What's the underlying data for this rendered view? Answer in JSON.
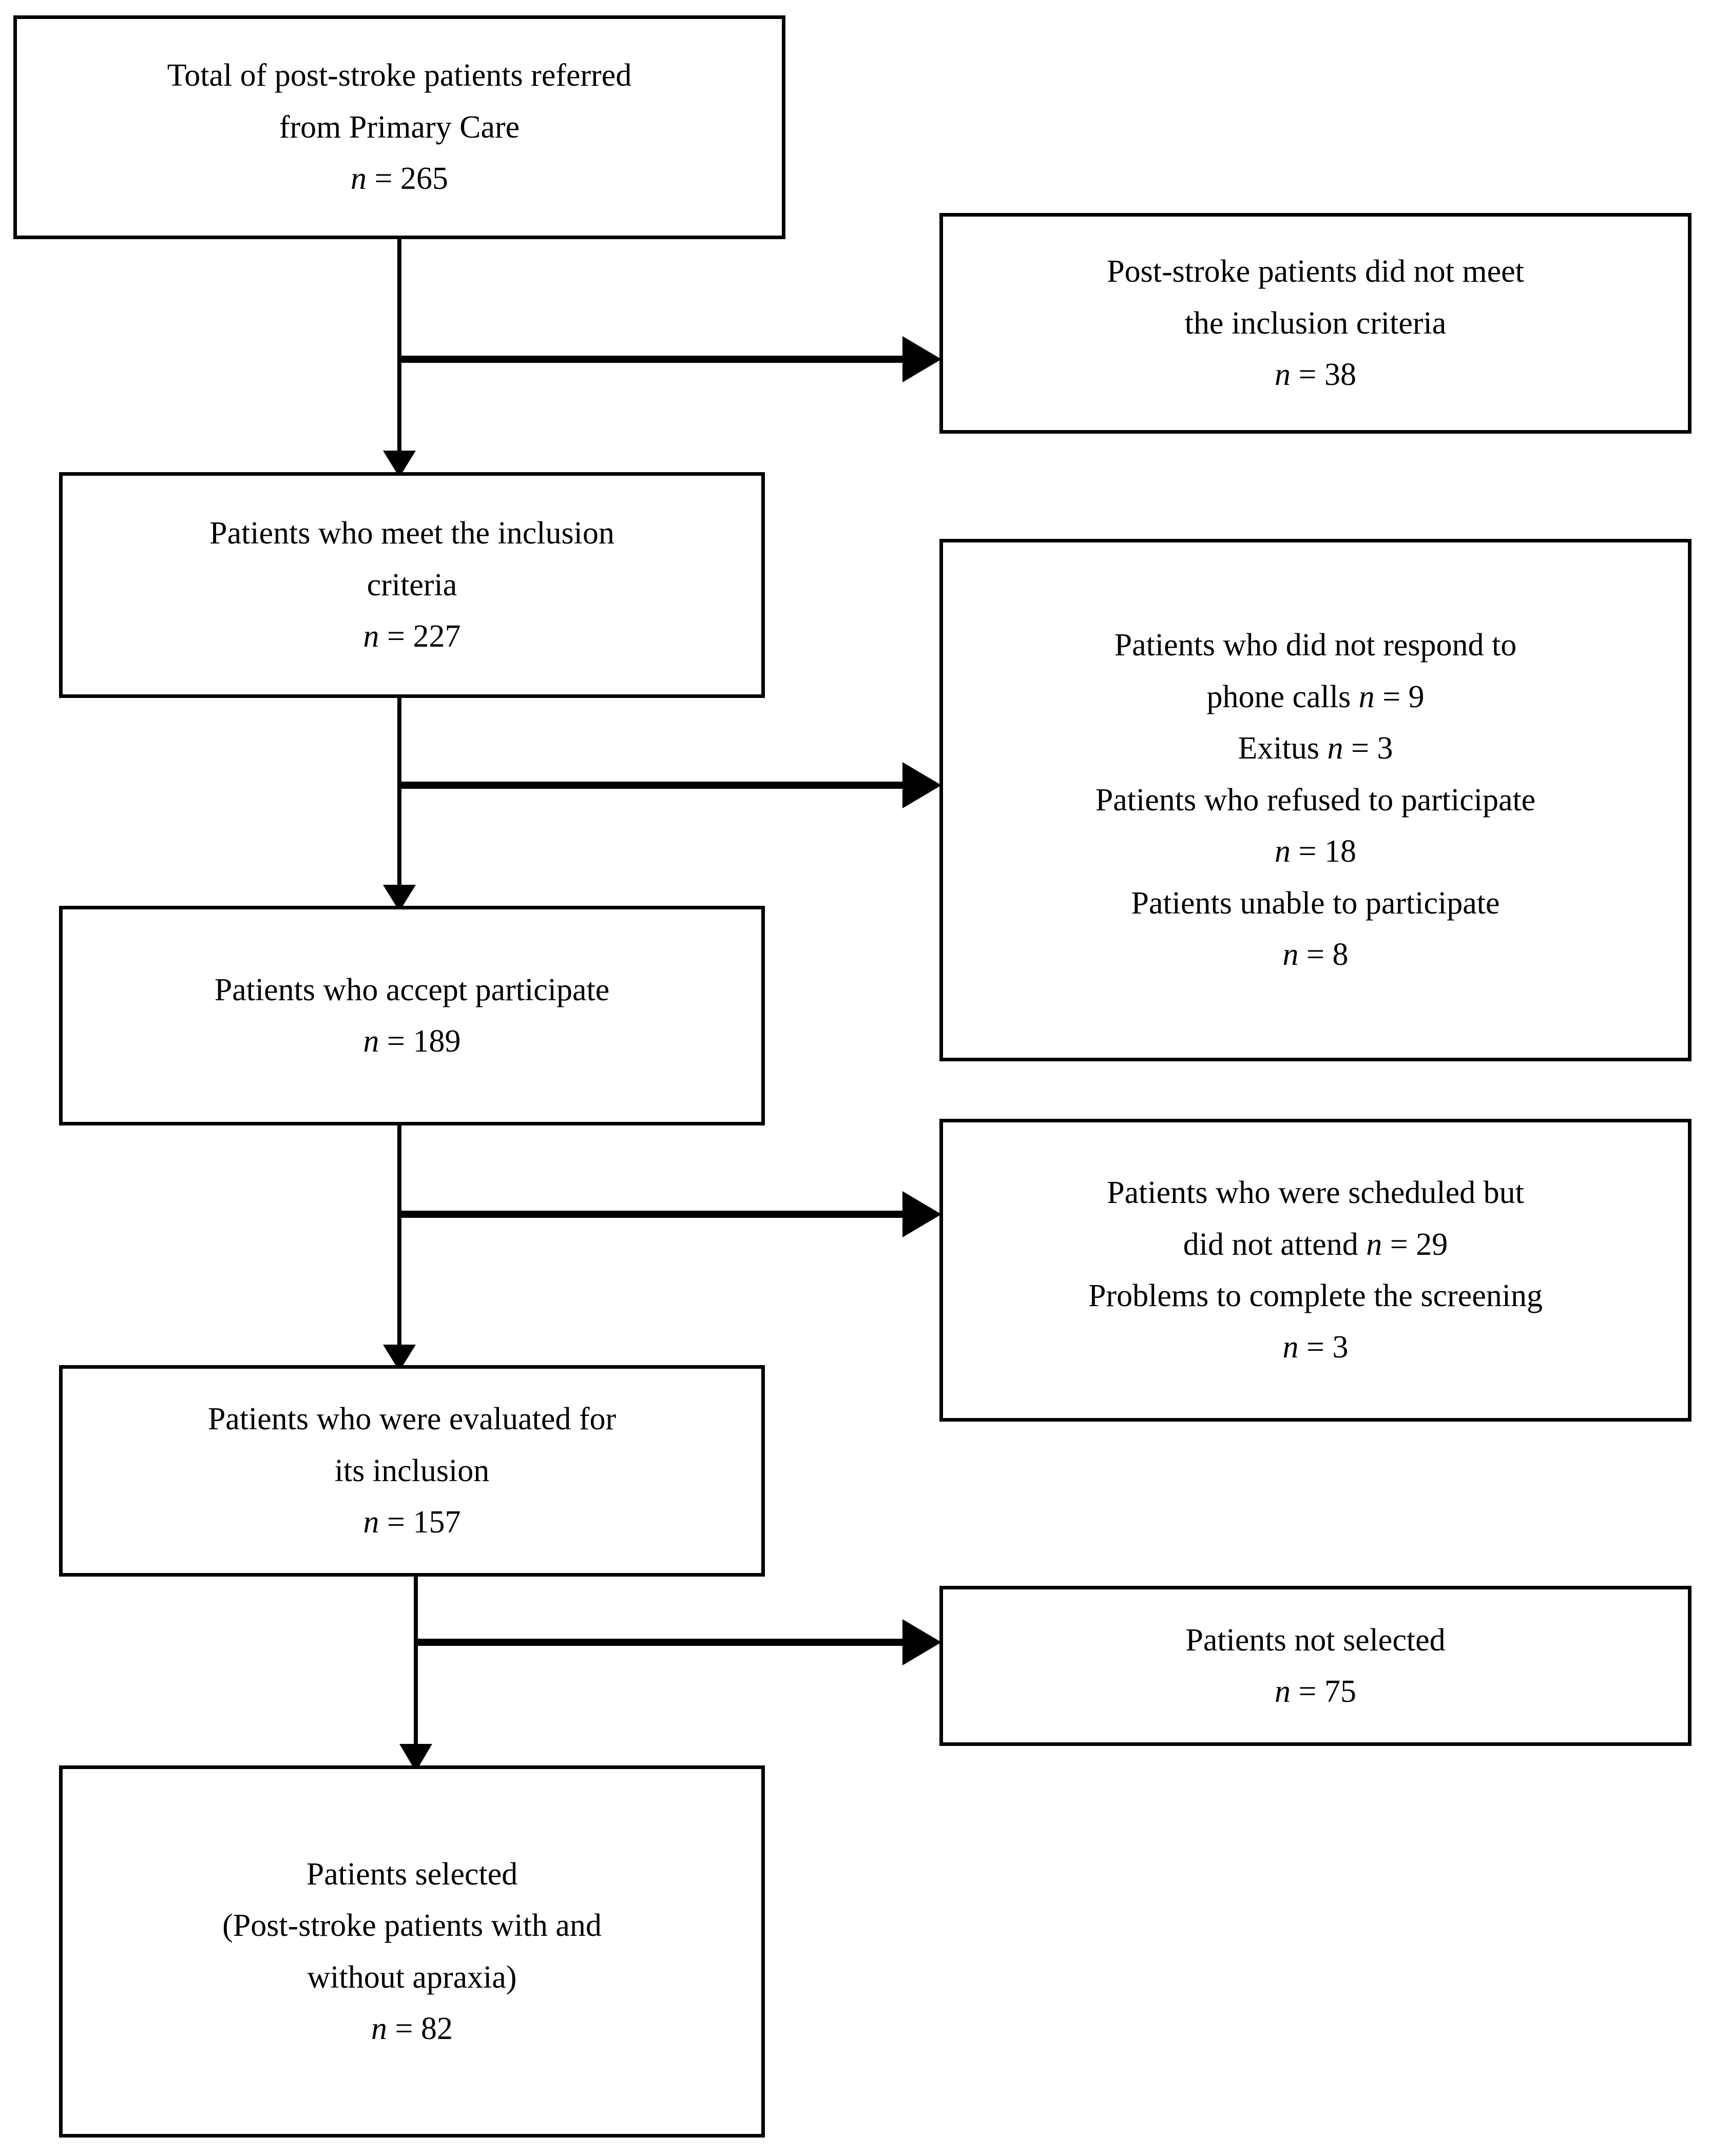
{
  "diagram": {
    "type": "flowchart",
    "title": "Participant selection flow (CONSORT-style)",
    "orientation": "top-to-bottom with right-side exclusion branches",
    "line_color": "#000000",
    "box_border_color": "#000000",
    "background_color": "#ffffff"
  },
  "nodes": {
    "total": {
      "id": "total-referred",
      "lines": [
        "Total of post-stroke patients referred",
        "from Primary Care"
      ],
      "n_symbol": "n",
      "n_equals": " = ",
      "n_value": "265",
      "n_line": "n = 265"
    },
    "meet_criteria": {
      "id": "meet-inclusion-criteria",
      "lines": [
        "Patients who meet the inclusion",
        "criteria"
      ],
      "n_symbol": "n",
      "n_equals": " = ",
      "n_value": "227",
      "n_line": "n = 227"
    },
    "accept": {
      "id": "accept-participate",
      "lines": [
        "Patients who accept participate"
      ],
      "n_symbol": "n",
      "n_equals": " = ",
      "n_value": "189",
      "n_line": "n = 189"
    },
    "evaluated": {
      "id": "evaluated-for-inclusion",
      "lines": [
        "Patients who were evaluated for",
        "its inclusion"
      ],
      "n_symbol": "n",
      "n_equals": " = ",
      "n_value": "157",
      "n_line": "n = 157"
    },
    "selected": {
      "id": "patients-selected",
      "lines": [
        "Patients selected",
        "(Post-stroke patients with and",
        "without apraxia)"
      ],
      "n_symbol": "n",
      "n_equals": " = ",
      "n_value": "82",
      "n_line": "n = 82"
    },
    "no_criteria": {
      "id": "did-not-meet-criteria",
      "lines": [
        "Post-stroke patients did not meet",
        "the inclusion criteria"
      ],
      "n_symbol": "n",
      "n_equals": " = ",
      "n_value": "38",
      "n_line": "n = 38"
    },
    "no_response": {
      "id": "excluded-before-scheduling",
      "entries": [
        {
          "text_a": "Patients who did not respond to",
          "text_b": "phone calls",
          "n_symbol": "n",
          "n_value": "9",
          "inline_n": "phone calls n = 9"
        },
        {
          "text_a": "Exitus",
          "text_b": "",
          "n_symbol": "n",
          "n_value": "3",
          "inline_n": "Exitus n = 3"
        },
        {
          "text_a": "Patients who refused to participate",
          "text_b": "",
          "n_symbol": "n",
          "n_value": "18",
          "inline_n": "n = 18"
        },
        {
          "text_a": "Patients unable to participate",
          "text_b": "",
          "n_symbol": "n",
          "n_value": "8",
          "inline_n": "n = 8"
        }
      ],
      "lines": [
        "Patients who did not respond to",
        "phone calls n = 9",
        "Exitus n = 3",
        "Patients who refused to participate",
        "n = 18",
        "Patients unable to participate",
        "n = 8"
      ]
    },
    "no_attend": {
      "id": "scheduled-but-not-attended",
      "lines": [
        "Patients who were scheduled but",
        "did not attend n = 29",
        "Problems to complete the screening",
        "n = 3"
      ],
      "entries": [
        {
          "label": "Patients who were scheduled but did not attend",
          "n_symbol": "n",
          "n_value": "29"
        },
        {
          "label": "Problems to complete the screening",
          "n_symbol": "n",
          "n_value": "3"
        }
      ]
    },
    "not_selected": {
      "id": "patients-not-selected",
      "lines": [
        "Patients not selected"
      ],
      "n_symbol": "n",
      "n_equals": " = ",
      "n_value": "75",
      "n_line": "n = 75"
    }
  },
  "edges": [
    {
      "from": "total",
      "to": "meet_criteria",
      "kind": "vertical-arrow"
    },
    {
      "from": "total",
      "to": "no_criteria",
      "kind": "branch-right-arrow"
    },
    {
      "from": "meet_criteria",
      "to": "accept",
      "kind": "vertical-arrow"
    },
    {
      "from": "meet_criteria",
      "to": "no_response",
      "kind": "branch-right-arrow"
    },
    {
      "from": "accept",
      "to": "evaluated",
      "kind": "vertical-arrow"
    },
    {
      "from": "accept",
      "to": "no_attend",
      "kind": "branch-right-arrow"
    },
    {
      "from": "evaluated",
      "to": "selected",
      "kind": "vertical-arrow"
    },
    {
      "from": "evaluated",
      "to": "not_selected",
      "kind": "branch-right-arrow"
    }
  ]
}
